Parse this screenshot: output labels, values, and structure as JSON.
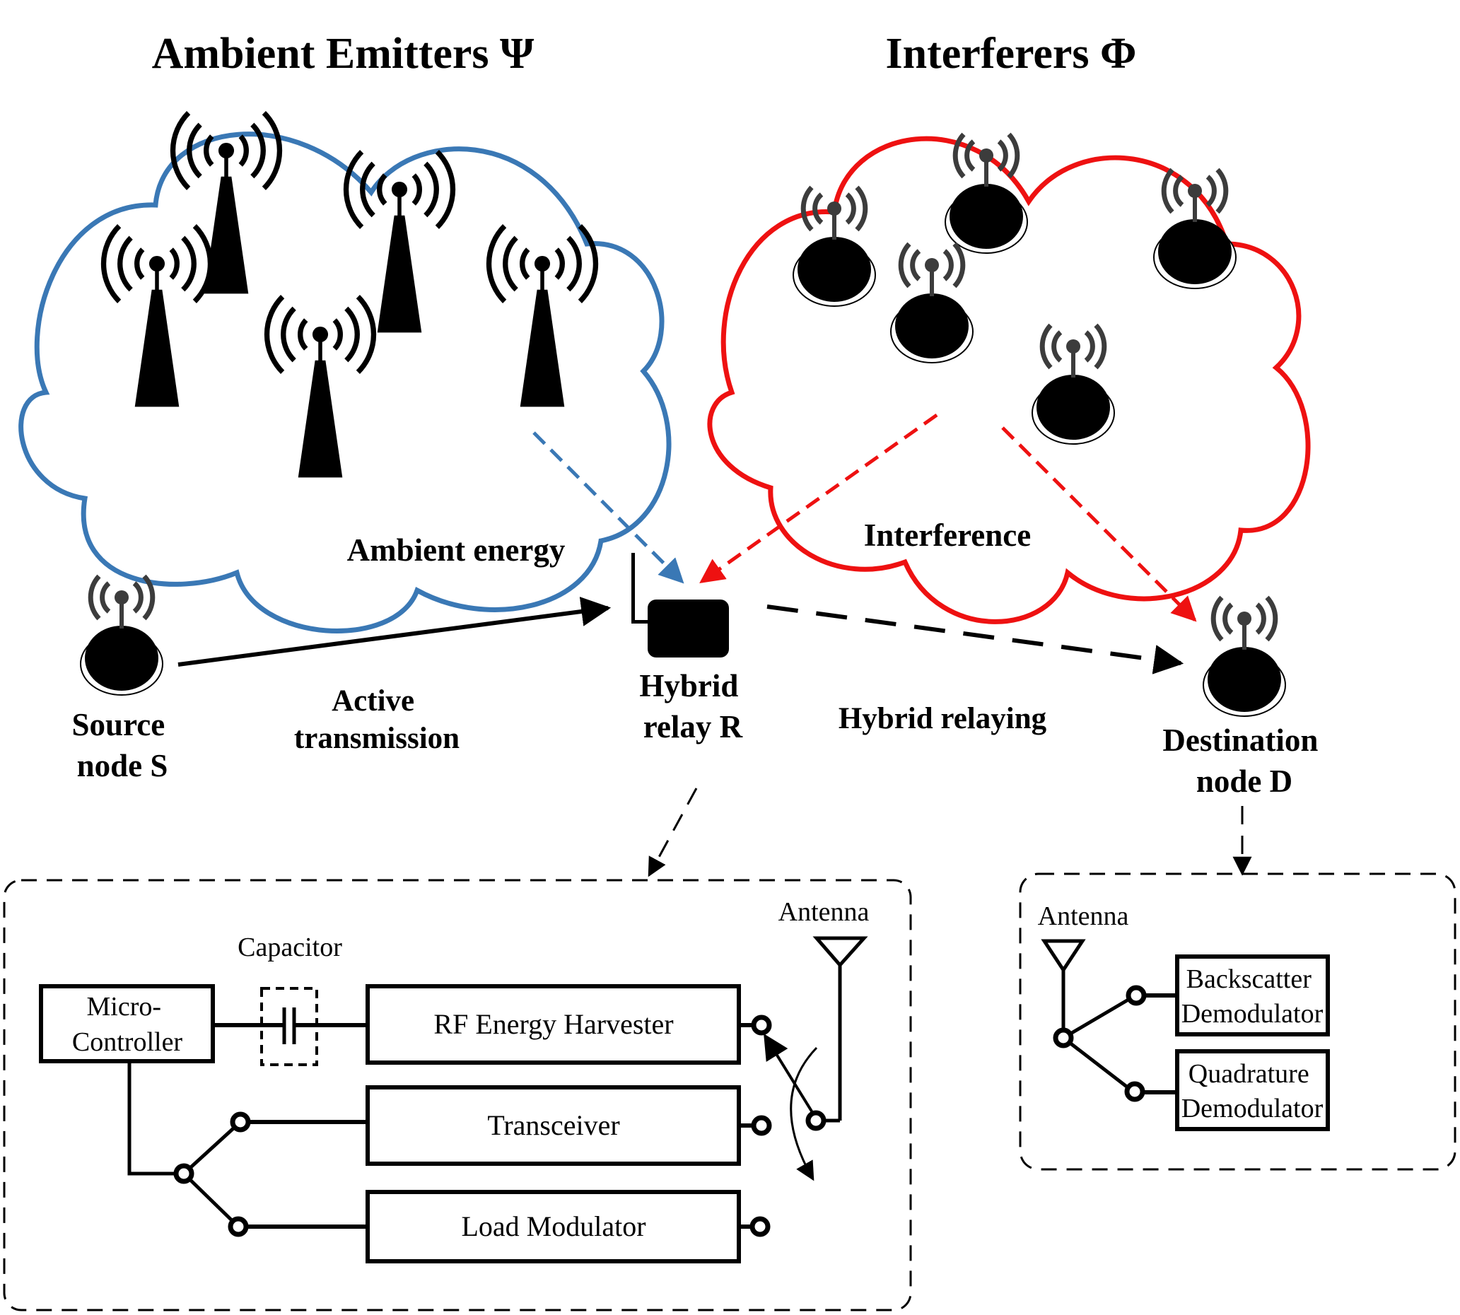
{
  "colors": {
    "ambient": "#3a78b5",
    "interference": "#ee1111",
    "ink": "#000000",
    "signal_gray": "#3c3c3c"
  },
  "titles": {
    "ambient_emitters": "Ambient Emitters Ψ",
    "interferers": "Interferers Φ"
  },
  "links": {
    "ambient_energy": "Ambient energy",
    "interference": "Interference",
    "active_transmission": [
      "Active",
      "transmission"
    ],
    "hybrid_relaying": "Hybrid relaying"
  },
  "nodes": {
    "source": [
      "Source",
      "node S"
    ],
    "relay": [
      "Hybrid",
      "relay R"
    ],
    "destination": [
      "Destination",
      "node D"
    ]
  },
  "relay_detail": {
    "capacitor_label": "Capacitor",
    "antenna_label": "Antenna",
    "microcontroller": [
      "Micro-",
      "Controller"
    ],
    "blocks": [
      "RF Energy Harvester",
      "Transceiver",
      "Load Modulator"
    ]
  },
  "destination_detail": {
    "antenna_label": "Antenna",
    "blocks": [
      [
        "Backscatter",
        "Demodulator"
      ],
      [
        "Quadrature",
        "Demodulator"
      ]
    ]
  }
}
